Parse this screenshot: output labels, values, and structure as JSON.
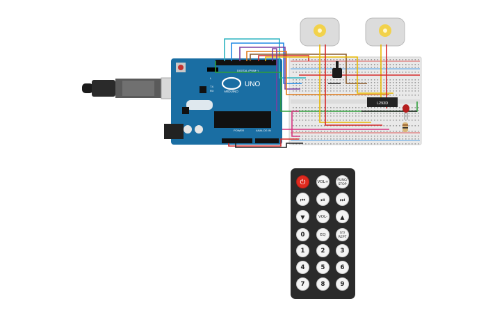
{
  "board": {
    "name_label": "UNO",
    "brand_label": "ARDUINO",
    "digital_label": "DIGITAL (PWM~)",
    "analog_label": "ANALOG IN",
    "power_label": "POWER",
    "l_label": "L",
    "tx_label": "TX",
    "rx_label": "RX"
  },
  "driver": {
    "label": "L293D"
  },
  "remote": {
    "buttons": [
      {
        "label": "⏻",
        "kind": "power"
      },
      {
        "label": "VOL+",
        "kind": "tiny"
      },
      {
        "label": "FUNC/ STOP",
        "kind": "small"
      },
      {
        "label": "⏮",
        "kind": "icon"
      },
      {
        "label": "⏯",
        "kind": "icon"
      },
      {
        "label": "⏭",
        "kind": "icon"
      },
      {
        "label": "▼",
        "kind": "icon"
      },
      {
        "label": "VOL-",
        "kind": "tiny"
      },
      {
        "label": "▲",
        "kind": "icon"
      },
      {
        "label": "0",
        "kind": "num"
      },
      {
        "label": "EQ",
        "kind": "tiny"
      },
      {
        "label": "ST/ REPT",
        "kind": "small"
      },
      {
        "label": "1",
        "kind": "num"
      },
      {
        "label": "2",
        "kind": "num"
      },
      {
        "label": "3",
        "kind": "num"
      },
      {
        "label": "4",
        "kind": "num"
      },
      {
        "label": "5",
        "kind": "num"
      },
      {
        "label": "6",
        "kind": "num"
      },
      {
        "label": "7",
        "kind": "num"
      },
      {
        "label": "8",
        "kind": "num"
      },
      {
        "label": "9",
        "kind": "num"
      }
    ]
  },
  "colors": {
    "board": "#1a6ea3",
    "breadboard": "#e9e9e9",
    "motor_body": "#dcdcdc",
    "motor_shaft": "#f2d24b",
    "wire_red": "#d62828",
    "wire_black": "#222222",
    "wire_blue": "#1e88e5",
    "wire_green": "#2e9e3a",
    "wire_yellow": "#e8b800",
    "wire_orange": "#e07b1a",
    "wire_purple": "#7b3fa0",
    "wire_brown": "#8a5a2b",
    "wire_cyan": "#2bb3c0",
    "wire_pink": "#d6337f",
    "led": "#b51d1d"
  }
}
